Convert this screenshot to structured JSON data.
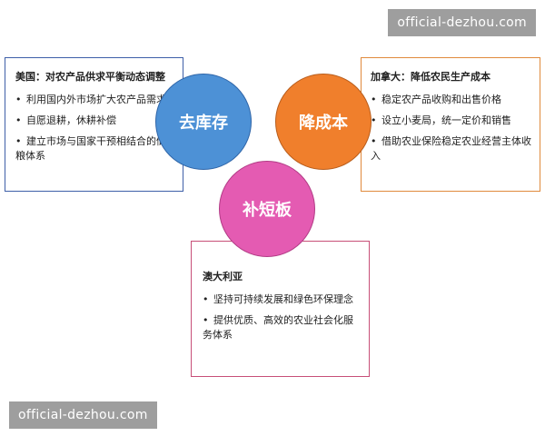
{
  "watermarks": [
    "official-dezhou.com",
    "official-dezhou.com"
  ],
  "circles": [
    {
      "label": "去库存",
      "color": "#4d91d6"
    },
    {
      "label": "降成本",
      "color": "#f07f2c"
    },
    {
      "label": "补短板",
      "color": "#e45bb2"
    }
  ],
  "boxes": {
    "us": {
      "title": "美国：对农产品供求平衡动态调整",
      "items": [
        "利用国内外市场扩大农产品需求",
        "自愿退耕，休耕补偿",
        "建立市场与国家干预相结合的储粮体系"
      ],
      "border": "#3e5fa8"
    },
    "ca": {
      "title": "加拿大：降低农民生产成本",
      "items": [
        "稳定农产品收购和出售价格",
        "设立小麦局，统一定价和销售",
        "借助农业保险稳定农业经营主体收入"
      ],
      "border": "#e08a3c"
    },
    "au": {
      "title": "澳大利亚",
      "items": [
        "坚持可持续发展和绿色环保理念",
        "提供优质、高效的农业社会化服务体系"
      ],
      "border": "#c74f78"
    }
  }
}
